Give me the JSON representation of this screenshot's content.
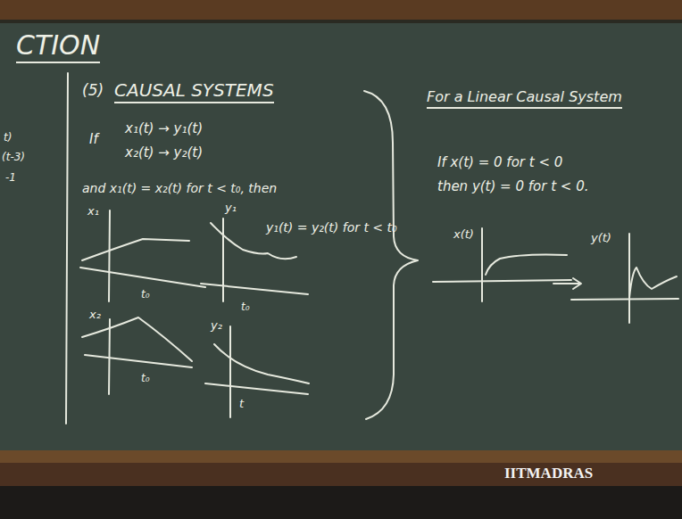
{
  "diagram": {
    "labels": [
      "CTION",
      "t)",
      "(t-3)",
      "-1",
      "(5)",
      "CAUSAL SYSTEMS",
      "If",
      "x₁(t) → y₁(t)",
      "x₂(t) → y₂(t)",
      "and x₁(t) = x₂(t) for t < t₀, then",
      "x₁",
      "t₀",
      "y₁",
      "t₀",
      "y₁(t) = y₂(t) for t < t₀",
      "x₂",
      "t₀",
      "y₂",
      "t",
      "For a Linear Causal System",
      "If x(t) = 0 for t < 0",
      "then y(t) = 0 for t < 0.",
      "x(t)",
      "y(t)",
      "IITMADRAS"
    ]
  }
}
